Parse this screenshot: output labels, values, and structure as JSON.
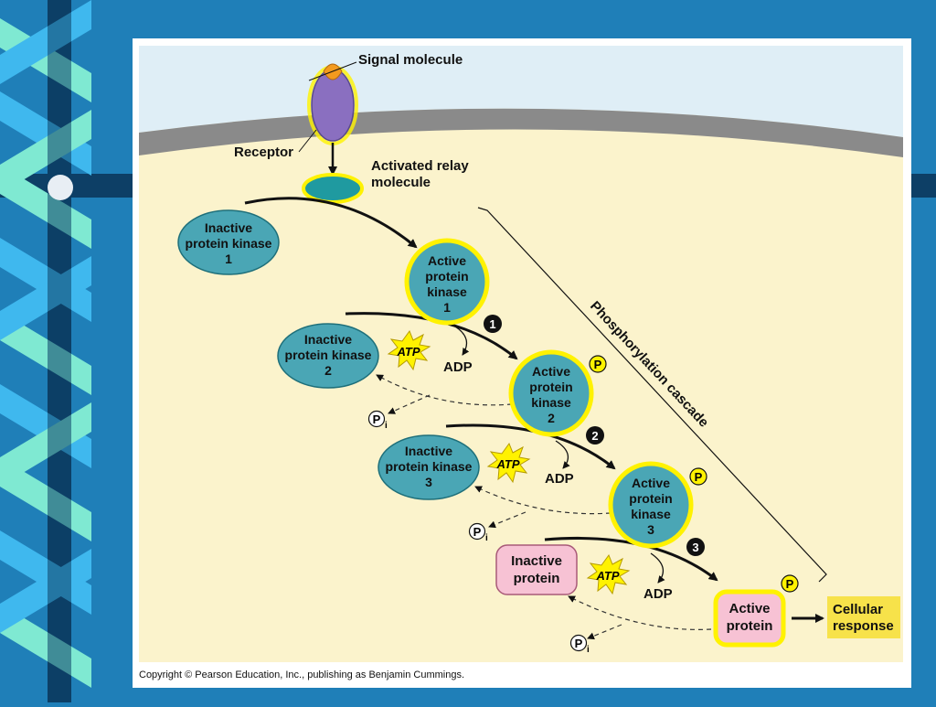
{
  "colors": {
    "slide_background": "#1f7fb8",
    "cytoplasm": "#fbf3cc",
    "membrane": "#8a8a8a",
    "extracellular": "#dfeef6",
    "kinase_fill": "#4aa6b5",
    "protein_fill": "#f7c2d4",
    "highlight": "#fff200",
    "atp_fill": "#fff200",
    "response_box": "#f7e24a"
  },
  "labels": {
    "signal_molecule": "Signal molecule",
    "receptor": "Receptor",
    "activated_relay": [
      "Activated relay",
      "molecule"
    ],
    "cascade": "Phosphorylation cascade",
    "cellular_response": [
      "Cellular",
      "response"
    ],
    "copyright": "Copyright © Pearson Education, Inc., publishing as Benjamin Cummings."
  },
  "kinases": {
    "inactive_1": [
      "Inactive",
      "protein kinase",
      "1"
    ],
    "active_1": [
      "Active",
      "protein",
      "kinase",
      "1"
    ],
    "inactive_2": [
      "Inactive",
      "protein kinase",
      "2"
    ],
    "active_2": [
      "Active",
      "protein",
      "kinase",
      "2"
    ],
    "inactive_3": [
      "Inactive",
      "protein kinase",
      "3"
    ],
    "active_3": [
      "Active",
      "protein",
      "kinase",
      "3"
    ],
    "inactive_protein": [
      "Inactive",
      "protein"
    ],
    "active_protein": [
      "Active",
      "protein"
    ]
  },
  "steps": [
    "1",
    "2",
    "3"
  ],
  "atp_label": "ATP",
  "adp_label": "ADP",
  "phosphate_symbol": "P",
  "phosphate_subscript": "i"
}
